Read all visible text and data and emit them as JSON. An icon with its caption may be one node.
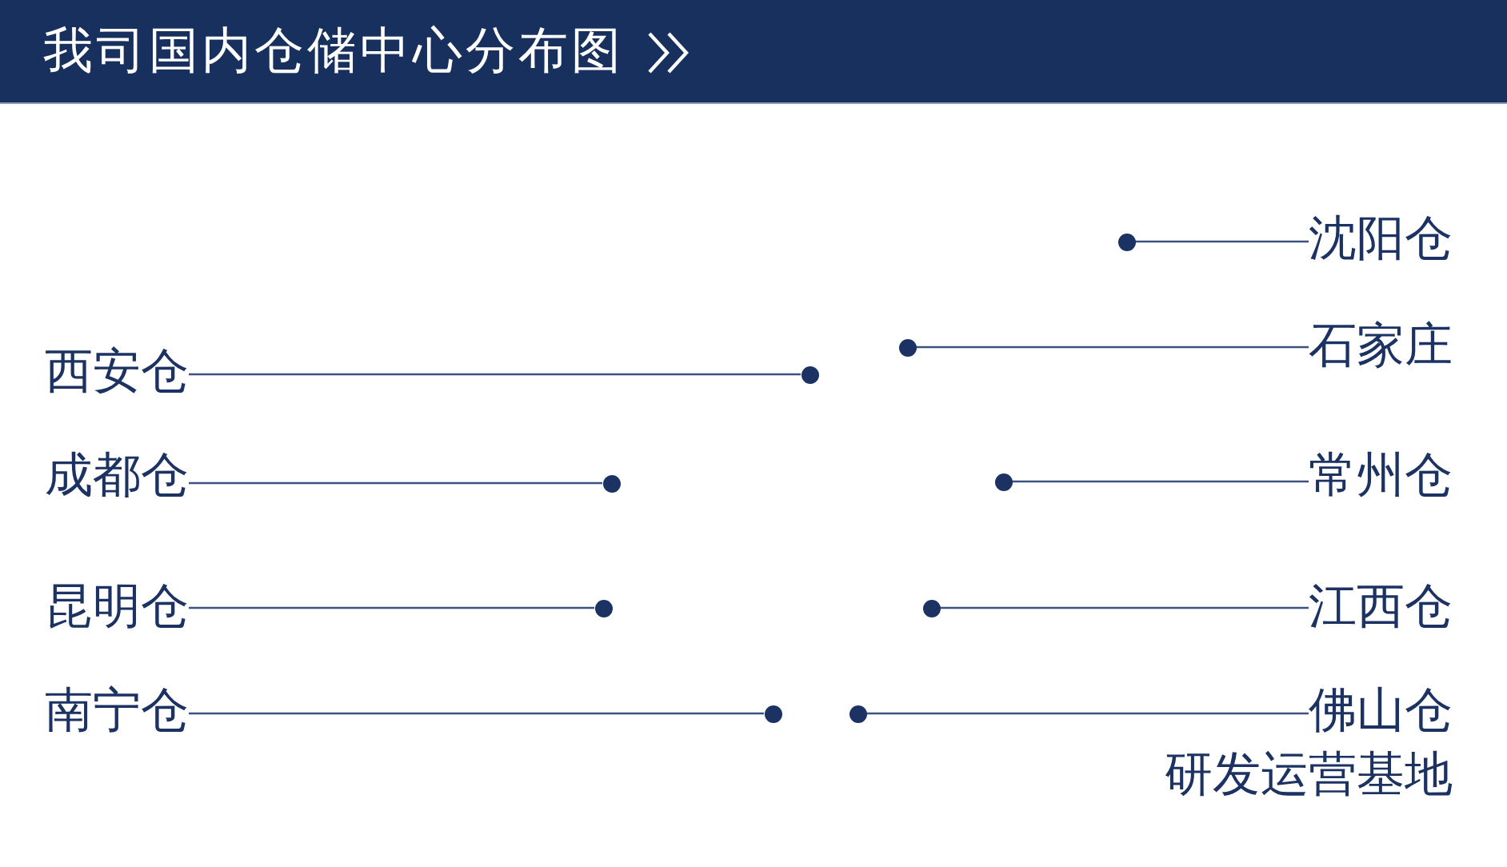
{
  "diagram": {
    "title": "我司国内仓储中心分布图",
    "nodes": [
      {
        "text": [
          "沈阳仓"
        ]
      },
      {
        "text": [
          "石家庄"
        ]
      },
      {
        "text": [
          "西安仓"
        ]
      },
      {
        "text": [
          "成都仓"
        ]
      },
      {
        "text": [
          "常州仓"
        ]
      },
      {
        "text": [
          "昆明仓"
        ]
      },
      {
        "text": [
          "江西仓"
        ]
      },
      {
        "text": [
          "南宁仓"
        ]
      },
      {
        "text": [
          "佛山仓"
        ],
        "beside": [
          "研发运营基地"
        ]
      },
      {
        "text": [],
        "shape": "circle"
      },
      {
        "text": [],
        "shape": "circle"
      },
      {
        "text": [],
        "shape": "circle"
      },
      {
        "text": [],
        "shape": "circle"
      },
      {
        "text": [],
        "shape": "circle"
      },
      {
        "text": [],
        "shape": "circle"
      },
      {
        "text": [],
        "shape": "circle"
      },
      {
        "text": [],
        "shape": "circle"
      },
      {
        "text": [],
        "shape": "circle"
      }
    ],
    "edges": [
      {
        "from": 0,
        "to": 9,
        "arrow": "none"
      },
      {
        "from": 1,
        "to": 10,
        "arrow": "none"
      },
      {
        "from": 2,
        "to": 11,
        "arrow": "none"
      },
      {
        "from": 3,
        "to": 12,
        "arrow": "none"
      },
      {
        "from": 4,
        "to": 13,
        "arrow": "none"
      },
      {
        "from": 5,
        "to": 14,
        "arrow": "none"
      },
      {
        "from": 6,
        "to": 15,
        "arrow": "none"
      },
      {
        "from": 7,
        "to": 16,
        "arrow": "none"
      },
      {
        "from": 8,
        "to": 17,
        "arrow": "none"
      }
    ]
  }
}
